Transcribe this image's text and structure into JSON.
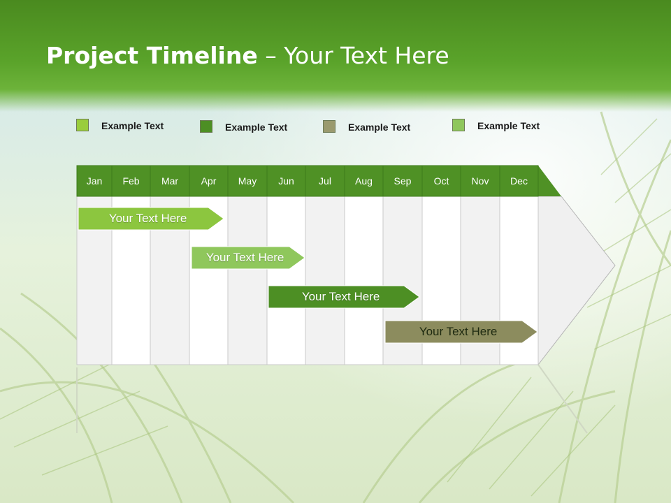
{
  "title": {
    "bold": "Project Timeline",
    "rest": " – Your Text Here"
  },
  "legend": [
    {
      "label": "Example Text",
      "color": "#9acd3c"
    },
    {
      "label": "Example Text",
      "color": "#4d8f24"
    },
    {
      "label": "Example Text",
      "color": "#9a9a6e"
    },
    {
      "label": "Example Text",
      "color": "#8fc75c"
    }
  ],
  "months": [
    "Jan",
    "Feb",
    "Mar",
    "Apr",
    "May",
    "Jun",
    "Jul",
    "Aug",
    "Sep",
    "Oct",
    "Nov",
    "Dec"
  ],
  "tasks": [
    {
      "label": "Your  Text Here",
      "start_month": "Jan",
      "end_month": "Apr",
      "color": "#8cc63f"
    },
    {
      "label": "Your  Text Here",
      "start_month": "Apr",
      "end_month": "Jun",
      "color": "#8fc75c"
    },
    {
      "label": "Your  Text Here",
      "start_month": "Jun",
      "end_month": "Sep",
      "color": "#4d8f24"
    },
    {
      "label": "Your  Text Here",
      "start_month": "Sep",
      "end_month": "Dec",
      "color": "#8c8c5e"
    }
  ],
  "colors": {
    "header": "#4f9125",
    "column_light": "#f2f2f2",
    "column_white": "#ffffff",
    "grid_line": "#c9c9c9"
  }
}
